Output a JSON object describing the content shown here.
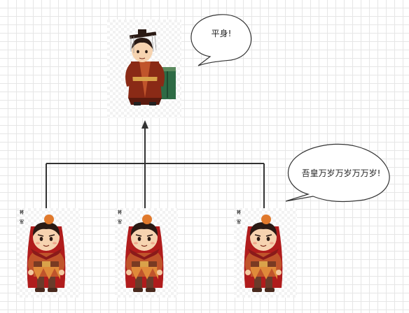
{
  "diagram": {
    "emperor": {
      "speech": "平身!"
    },
    "generals": [
      {
        "tag_line1": "将",
        "tag_line2": "军"
      },
      {
        "tag_line1": "将",
        "tag_line2": "军"
      },
      {
        "tag_line1": "将",
        "tag_line2": "军"
      }
    ],
    "generals_speech": "吾皇万岁万岁万万岁!"
  },
  "colors": {
    "line": "#333333",
    "bubble_stroke": "#333333",
    "general_armor": "#c0542b",
    "general_cape": "#b01c1c",
    "emperor_robe": "#8a2a16",
    "throne": "#2e6b45"
  }
}
